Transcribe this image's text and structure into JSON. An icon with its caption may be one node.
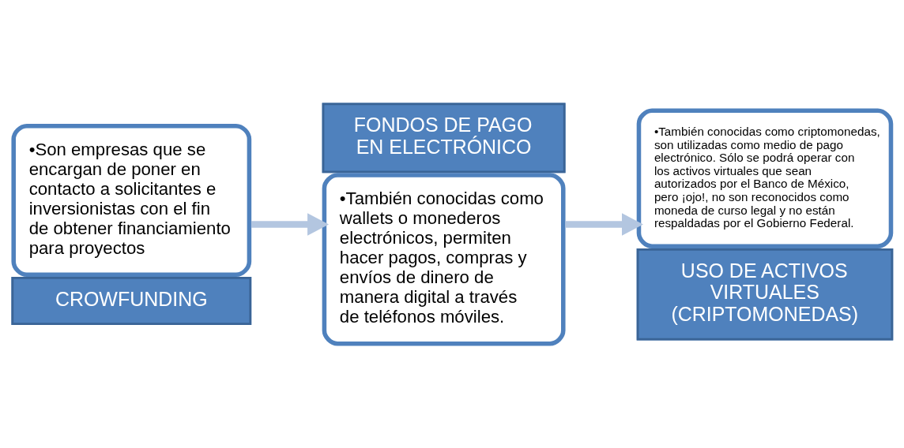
{
  "diagram": {
    "nodes": [
      {
        "text": [
          "•Son empresas que se encargan de poner en contacto a solicitantes e inversionistas con el fin de obtener financiamiento para proyectos",
          "CROWFUNDING"
        ]
      },
      {
        "text": [
          "FONDOS DE PAGO EN ELECTRÓNICO",
          "•También conocidas como wallets o monederos electrónicos, permiten hacer pagos, compras y envíos de dinero de manera digital a través de teléfonos móviles."
        ]
      },
      {
        "text": [
          "•También conocidas como criptomonedas, son utilizadas como medio de pago electrónico. Sólo se podrá operar con los activos virtuales que sean autorizados por el Banco de México, pero ¡ojo!, no son reconocidos como moneda de curso legal y no están respaldadas por el Gobierno Federal.",
          "USO DE ACTIVOS VIRTUALES (CRIPTOMONEDAS)"
        ]
      }
    ],
    "edges": [
      {
        "from": 0,
        "to": 1,
        "arrow": "to"
      },
      {
        "from": 1,
        "to": 2,
        "arrow": "to"
      }
    ]
  }
}
